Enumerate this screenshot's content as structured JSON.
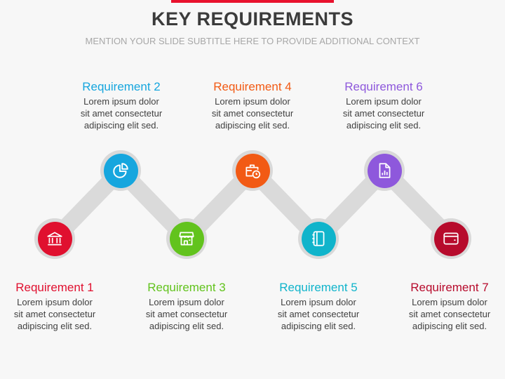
{
  "slide": {
    "title": "KEY REQUIREMENTS",
    "subtitle": "MENTION YOUR SLIDE SUBTITLE HERE TO PROVIDE ADDITIONAL CONTEXT",
    "accent_color": "#e8112d"
  },
  "requirements": [
    {
      "title": "Requirement 1",
      "line1": "Lorem ipsum dolor",
      "line2": "sit amet consectetur",
      "line3": "adipiscing elit sed.",
      "color": "#e0102f",
      "icon": "bank-icon"
    },
    {
      "title": "Requirement 2",
      "line1": "Lorem ipsum dolor",
      "line2": "sit amet consectetur",
      "line3": "adipiscing elit sed.",
      "color": "#16a6de",
      "icon": "pie-chart-icon"
    },
    {
      "title": "Requirement 3",
      "line1": "Lorem ipsum dolor",
      "line2": "sit amet consectetur",
      "line3": "adipiscing elit sed.",
      "color": "#62c31d",
      "icon": "storefront-icon"
    },
    {
      "title": "Requirement 4",
      "line1": "Lorem ipsum dolor",
      "line2": "sit amet consectetur",
      "line3": "adipiscing elit sed.",
      "color": "#f25a14",
      "icon": "briefcase-clock-icon"
    },
    {
      "title": "Requirement 5",
      "line1": "Lorem ipsum dolor",
      "line2": "sit amet consectetur",
      "line3": "adipiscing elit sed.",
      "color": "#10b4cb",
      "icon": "notebook-icon"
    },
    {
      "title": "Requirement 6",
      "line1": "Lorem ipsum dolor",
      "line2": "sit amet consectetur",
      "line3": "adipiscing elit sed.",
      "color": "#8e58dc",
      "icon": "report-document-icon"
    },
    {
      "title": "Requirement 7",
      "line1": "Lorem ipsum dolor",
      "line2": "sit amet consectetur",
      "line3": "adipiscing elit sed.",
      "color": "#b70b2c",
      "icon": "wallet-icon"
    }
  ]
}
